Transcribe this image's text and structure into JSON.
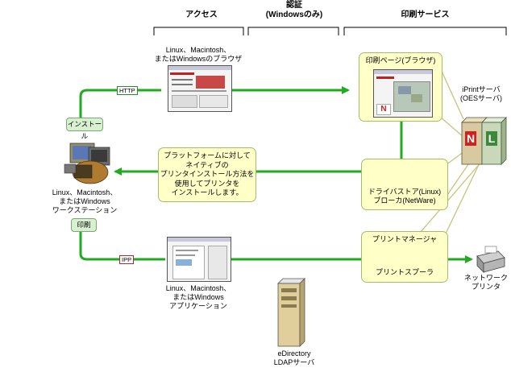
{
  "headers": {
    "access": "アクセス",
    "auth_line1": "認証",
    "auth_line2": "(Windowsのみ)",
    "print_services": "印刷サービス"
  },
  "browser_label": "Linux、Macintosh、\nまたはWindowsのブラウザ",
  "print_page_title": "印刷ページ(ブラウザ)",
  "iprint_server_label": "iPrintサーバ\n(OESサーバ)",
  "protocol_tags": {
    "http": "HTTP",
    "ipp": "IPP"
  },
  "pills": {
    "install": "インストール",
    "print": "印刷"
  },
  "workstation_label": "Linux、Macintosh、\nまたはWindows\nワークステーション",
  "instruction_text": "プラットフォームに対して\nネイティブの\nプリンタインストール方法を\n使用してプリンタを\nインストールします。",
  "driver_store_label": "ドライバストア(Linux)\nブローカ(NetWare)",
  "print_manager_title": "プリントマネージャ",
  "print_spooler_label": "プリントスプーラ",
  "application_label": "Linux、Macintosh、\nまたはWindows\nアプリケーション",
  "network_printer_label": "ネットワーク\nプリンタ",
  "edirectory_label": "eDirectory\nLDAPサーバ",
  "colors": {
    "flow_green": "#22aa22",
    "server_beige": "#d8caa0",
    "highlight_red": "#d02020"
  }
}
